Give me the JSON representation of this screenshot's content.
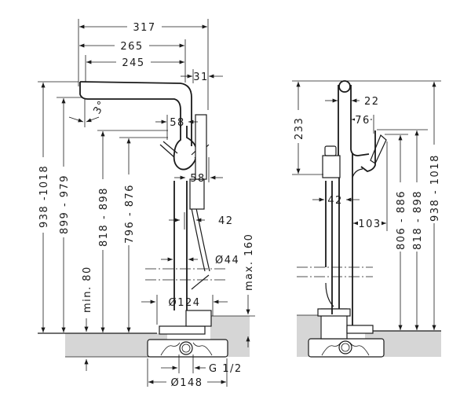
{
  "diagram": {
    "type": "technical-dimension-drawing",
    "colors": {
      "line": "#1a1a1a",
      "floor": "#d6d6d6",
      "background": "#ffffff"
    },
    "front_view": {
      "dimensions": {
        "overall_reach": "317",
        "spout_reach_265": "265",
        "spout_reach_245": "245",
        "body_offset": "31",
        "spout_angle": "3°",
        "handle_width_upper": "58",
        "handle_width_lower": "58",
        "hose_offset": "42",
        "pipe_diameter": "Ø44",
        "base_diameter": "Ø124",
        "plate_diameter": "Ø148",
        "connection_thread": "G 1/2",
        "max_height": "max. 160",
        "min_depth": "min. 80",
        "height_total": "938 -1018",
        "height_outlet": "899 - 979",
        "height_handle": "818 - 898",
        "height_handle_lower": "796 - 876"
      }
    },
    "side_view": {
      "dimensions": {
        "head_height": "233",
        "head_width": "22",
        "handle_offset": "76",
        "body_width": "42",
        "handle_reach": "103",
        "height_shower": "806 - 886",
        "height_handle": "818 - 898",
        "height_total": "938 - 1018"
      }
    }
  }
}
